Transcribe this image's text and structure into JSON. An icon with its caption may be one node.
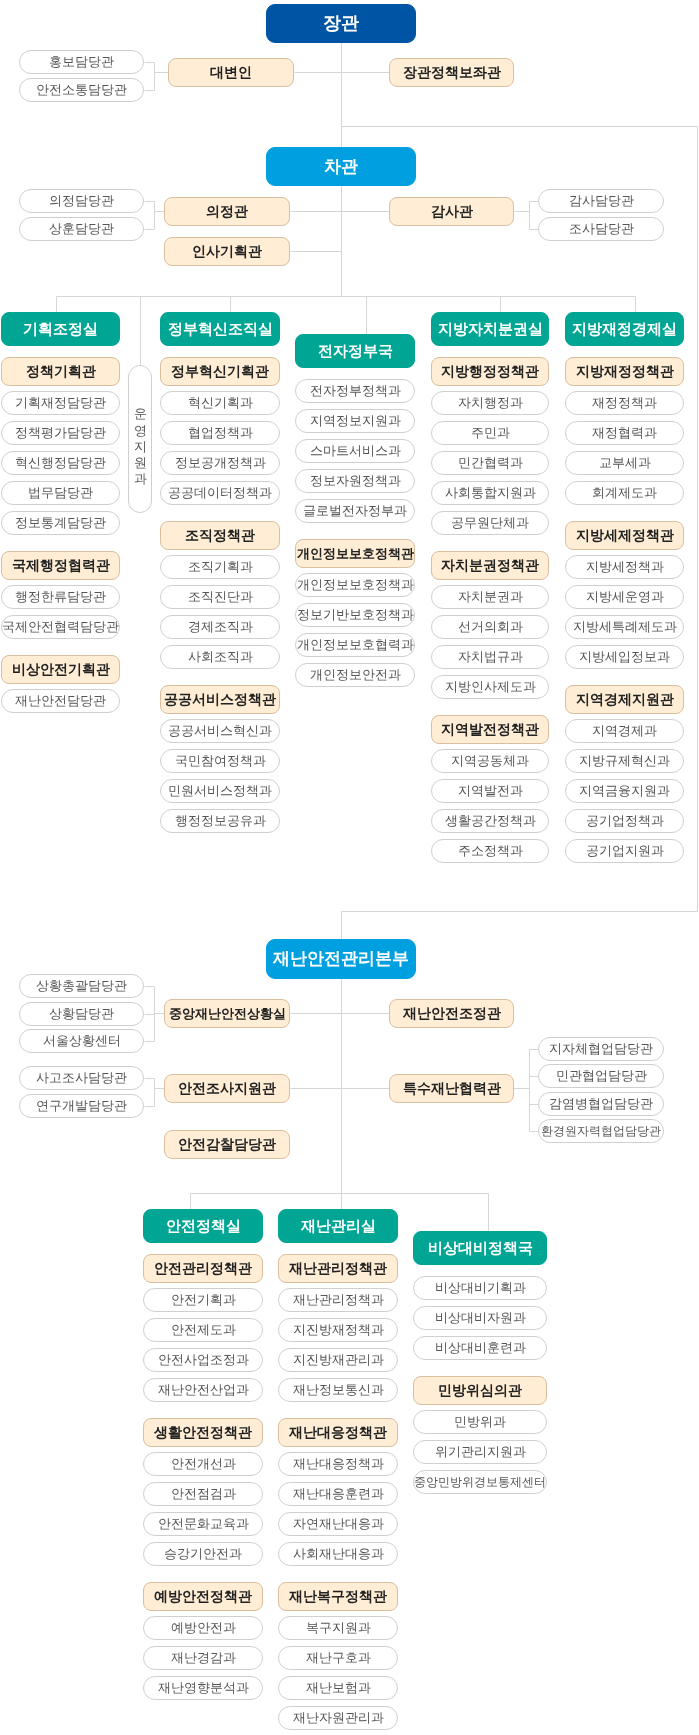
{
  "diagram": {
    "nodes": [
      {
        "text": [
          "장관"
        ]
      },
      {
        "text": [
          "홍보담당관"
        ]
      },
      {
        "text": [
          "안전소통담당관"
        ]
      },
      {
        "text": [
          "대변인"
        ]
      },
      {
        "text": [
          "장관정책보좌관"
        ]
      },
      {
        "text": [
          "차관"
        ]
      },
      {
        "text": [
          "의정담당관"
        ]
      },
      {
        "text": [
          "상훈담당관"
        ]
      },
      {
        "text": [
          "의정관"
        ]
      },
      {
        "text": [
          "감사관"
        ]
      },
      {
        "text": [
          "감사담당관"
        ]
      },
      {
        "text": [
          "조사담당관"
        ]
      },
      {
        "text": [
          "인사기획관"
        ]
      },
      {
        "text": [
          "기획조정실"
        ]
      },
      {
        "text": [
          "정책기획관"
        ]
      },
      {
        "text": [
          "기획재정담당관"
        ]
      },
      {
        "text": [
          "정책평가담당관"
        ]
      },
      {
        "text": [
          "혁신행정담당관"
        ]
      },
      {
        "text": [
          "법무담당관"
        ]
      },
      {
        "text": [
          "정보통계담당관"
        ]
      },
      {
        "text": [
          "국제행정협력관"
        ]
      },
      {
        "text": [
          "행정한류담당관"
        ]
      },
      {
        "text": [
          "국제안전협력담당관"
        ]
      },
      {
        "text": [
          "비상안전기획관"
        ]
      },
      {
        "text": [
          "재난안전담당관"
        ]
      },
      {
        "text": [
          "운영지원과"
        ]
      },
      {
        "text": [
          "정부혁신조직실"
        ]
      },
      {
        "text": [
          "정부혁신기획관"
        ]
      },
      {
        "text": [
          "혁신기획과"
        ]
      },
      {
        "text": [
          "협업정책과"
        ]
      },
      {
        "text": [
          "정보공개정책과"
        ]
      },
      {
        "text": [
          "공공데이터정책과"
        ]
      },
      {
        "text": [
          "조직정책관"
        ]
      },
      {
        "text": [
          "조직기획과"
        ]
      },
      {
        "text": [
          "조직진단과"
        ]
      },
      {
        "text": [
          "경제조직과"
        ]
      },
      {
        "text": [
          "사회조직과"
        ]
      },
      {
        "text": [
          "공공서비스정책관"
        ]
      },
      {
        "text": [
          "공공서비스혁신과"
        ]
      },
      {
        "text": [
          "국민참여정책과"
        ]
      },
      {
        "text": [
          "민원서비스정책과"
        ]
      },
      {
        "text": [
          "행정정보공유과"
        ]
      },
      {
        "text": [
          "전자정부국"
        ]
      },
      {
        "text": [
          "전자정부정책과"
        ]
      },
      {
        "text": [
          "지역정보지원과"
        ]
      },
      {
        "text": [
          "스마트서비스과"
        ]
      },
      {
        "text": [
          "정보자원정책과"
        ]
      },
      {
        "text": [
          "글로벌전자정부과"
        ]
      },
      {
        "text": [
          "개인정보보호정책관"
        ]
      },
      {
        "text": [
          "개인정보보호정책과"
        ]
      },
      {
        "text": [
          "정보기반보호정책과"
        ]
      },
      {
        "text": [
          "개인정보보호협력과"
        ]
      },
      {
        "text": [
          "개인정보안전과"
        ]
      },
      {
        "text": [
          "지방자치분권실"
        ]
      },
      {
        "text": [
          "지방행정정책관"
        ]
      },
      {
        "text": [
          "자치행정과"
        ]
      },
      {
        "text": [
          "주민과"
        ]
      },
      {
        "text": [
          "민간협력과"
        ]
      },
      {
        "text": [
          "사회통합지원과"
        ]
      },
      {
        "text": [
          "공무원단체과"
        ]
      },
      {
        "text": [
          "자치분권정책관"
        ]
      },
      {
        "text": [
          "자치분권과"
        ]
      },
      {
        "text": [
          "선거의회과"
        ]
      },
      {
        "text": [
          "자치법규과"
        ]
      },
      {
        "text": [
          "지방인사제도과"
        ]
      },
      {
        "text": [
          "지역발전정책관"
        ]
      },
      {
        "text": [
          "지역공동체과"
        ]
      },
      {
        "text": [
          "지역발전과"
        ]
      },
      {
        "text": [
          "생활공간정책과"
        ]
      },
      {
        "text": [
          "주소정책과"
        ]
      },
      {
        "text": [
          "지방재정경제실"
        ]
      },
      {
        "text": [
          "지방재정정책관"
        ]
      },
      {
        "text": [
          "재정정책과"
        ]
      },
      {
        "text": [
          "재정협력과"
        ]
      },
      {
        "text": [
          "교부세과"
        ]
      },
      {
        "text": [
          "회계제도과"
        ]
      },
      {
        "text": [
          "지방세제정책관"
        ]
      },
      {
        "text": [
          "지방세정책과"
        ]
      },
      {
        "text": [
          "지방세운영과"
        ]
      },
      {
        "text": [
          "지방세특례제도과"
        ]
      },
      {
        "text": [
          "지방세입정보과"
        ]
      },
      {
        "text": [
          "지역경제지원관"
        ]
      },
      {
        "text": [
          "지역경제과"
        ]
      },
      {
        "text": [
          "지방규제혁신과"
        ]
      },
      {
        "text": [
          "지역금융지원과"
        ]
      },
      {
        "text": [
          "공기업정책과"
        ]
      },
      {
        "text": [
          "공기업지원과"
        ]
      },
      {
        "text": [
          "재난안전관리본부"
        ]
      },
      {
        "text": [
          "상황총괄담당관"
        ]
      },
      {
        "text": [
          "상황담당관"
        ]
      },
      {
        "text": [
          "서울상황센터"
        ]
      },
      {
        "text": [
          "중앙재난안전상황실"
        ]
      },
      {
        "text": [
          "재난안전조정관"
        ]
      },
      {
        "text": [
          "사고조사담당관"
        ]
      },
      {
        "text": [
          "연구개발담당관"
        ]
      },
      {
        "text": [
          "안전조사지원관"
        ]
      },
      {
        "text": [
          "특수재난협력관"
        ]
      },
      {
        "text": [
          "지자체협업담당관"
        ]
      },
      {
        "text": [
          "민관협업담당관"
        ]
      },
      {
        "text": [
          "감염병협업담당관"
        ]
      },
      {
        "text": [
          "환경원자력협업담당관"
        ]
      },
      {
        "text": [
          "안전감찰담당관"
        ]
      },
      {
        "text": [
          "안전정책실"
        ]
      },
      {
        "text": [
          "안전관리정책관"
        ]
      },
      {
        "text": [
          "안전기획과"
        ]
      },
      {
        "text": [
          "안전제도과"
        ]
      },
      {
        "text": [
          "안전사업조정과"
        ]
      },
      {
        "text": [
          "재난안전산업과"
        ]
      },
      {
        "text": [
          "생활안전정책관"
        ]
      },
      {
        "text": [
          "안전개선과"
        ]
      },
      {
        "text": [
          "안전점검과"
        ]
      },
      {
        "text": [
          "안전문화교육과"
        ]
      },
      {
        "text": [
          "승강기안전과"
        ]
      },
      {
        "text": [
          "예방안전정책관"
        ]
      },
      {
        "text": [
          "예방안전과"
        ]
      },
      {
        "text": [
          "재난경감과"
        ]
      },
      {
        "text": [
          "재난영향분석과"
        ]
      },
      {
        "text": [
          "재난관리실"
        ]
      },
      {
        "text": [
          "재난관리정책관"
        ]
      },
      {
        "text": [
          "재난관리정책과"
        ]
      },
      {
        "text": [
          "지진방재정책과"
        ]
      },
      {
        "text": [
          "지진방재관리과"
        ]
      },
      {
        "text": [
          "재난정보통신과"
        ]
      },
      {
        "text": [
          "재난대응정책관"
        ]
      },
      {
        "text": [
          "재난대응정책과"
        ]
      },
      {
        "text": [
          "재난대응훈련과"
        ]
      },
      {
        "text": [
          "자연재난대응과"
        ]
      },
      {
        "text": [
          "사회재난대응과"
        ]
      },
      {
        "text": [
          "재난복구정책관"
        ]
      },
      {
        "text": [
          "복구지원과"
        ]
      },
      {
        "text": [
          "재난구호과"
        ]
      },
      {
        "text": [
          "재난보험과"
        ]
      },
      {
        "text": [
          "재난자원관리과"
        ]
      },
      {
        "text": [
          "비상대비정책국"
        ]
      },
      {
        "text": [
          "비상대비기획과"
        ]
      },
      {
        "text": [
          "비상대비자원과"
        ]
      },
      {
        "text": [
          "비상대비훈련과"
        ]
      },
      {
        "text": [
          "민방위심의관"
        ]
      },
      {
        "text": [
          "민방위과"
        ]
      },
      {
        "text": [
          "위기관리지원과"
        ]
      },
      {
        "text": [
          "중앙민방위경보통제센터"
        ]
      }
    ],
    "edges": [
      {
        "from": 0,
        "to": 3,
        "arrow": "none"
      },
      {
        "from": 0,
        "to": 4,
        "arrow": "none"
      },
      {
        "from": 0,
        "to": 5,
        "arrow": "none"
      },
      {
        "from": 0,
        "to": 87,
        "arrow": "none"
      },
      {
        "from": 3,
        "to": 1,
        "arrow": "none"
      },
      {
        "from": 3,
        "to": 2,
        "arrow": "none"
      },
      {
        "from": 5,
        "to": 8,
        "arrow": "none"
      },
      {
        "from": 5,
        "to": 9,
        "arrow": "none"
      },
      {
        "from": 5,
        "to": 12,
        "arrow": "none"
      },
      {
        "from": 5,
        "to": 13,
        "arrow": "none"
      },
      {
        "from": 5,
        "to": 25,
        "arrow": "none"
      },
      {
        "from": 5,
        "to": 26,
        "arrow": "none"
      },
      {
        "from": 5,
        "to": 42,
        "arrow": "none"
      },
      {
        "from": 5,
        "to": 53,
        "arrow": "none"
      },
      {
        "from": 5,
        "to": 70,
        "arrow": "none"
      },
      {
        "from": 8,
        "to": 6,
        "arrow": "none"
      },
      {
        "from": 8,
        "to": 7,
        "arrow": "none"
      },
      {
        "from": 9,
        "to": 10,
        "arrow": "none"
      },
      {
        "from": 9,
        "to": 11,
        "arrow": "none"
      },
      {
        "from": 87,
        "to": 91,
        "arrow": "none"
      },
      {
        "from": 87,
        "to": 92,
        "arrow": "none"
      },
      {
        "from": 87,
        "to": 95,
        "arrow": "none"
      },
      {
        "from": 87,
        "to": 96,
        "arrow": "none"
      },
      {
        "from": 87,
        "to": 102,
        "arrow": "none"
      },
      {
        "from": 87,
        "to": 117,
        "arrow": "none"
      },
      {
        "from": 87,
        "to": 133,
        "arrow": "none"
      },
      {
        "from": 91,
        "to": 88,
        "arrow": "none"
      },
      {
        "from": 91,
        "to": 89,
        "arrow": "none"
      },
      {
        "from": 91,
        "to": 90,
        "arrow": "none"
      },
      {
        "from": 95,
        "to": 93,
        "arrow": "none"
      },
      {
        "from": 95,
        "to": 94,
        "arrow": "none"
      },
      {
        "from": 96,
        "to": 97,
        "arrow": "none"
      },
      {
        "from": 96,
        "to": 98,
        "arrow": "none"
      },
      {
        "from": 96,
        "to": 99,
        "arrow": "none"
      },
      {
        "from": 96,
        "to": 100,
        "arrow": "none"
      }
    ]
  }
}
